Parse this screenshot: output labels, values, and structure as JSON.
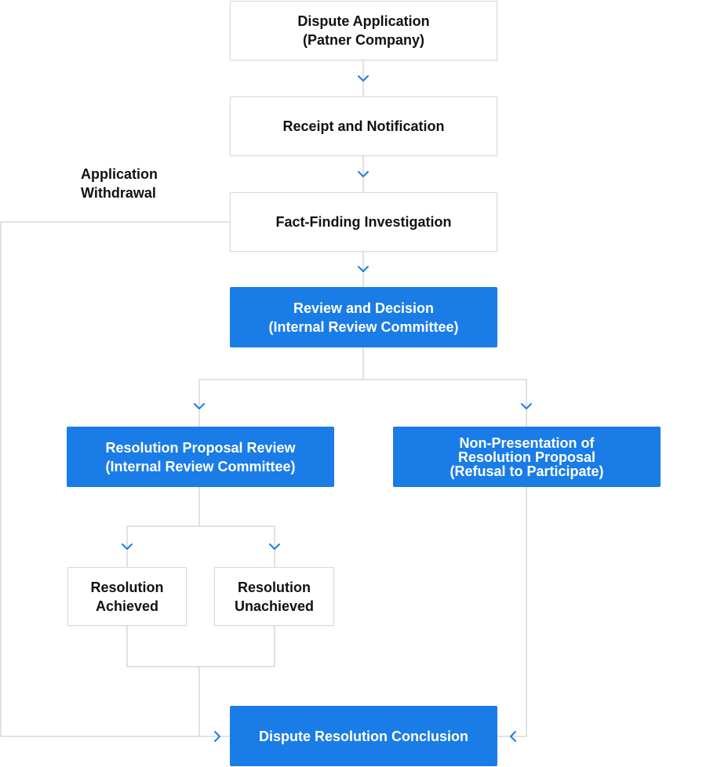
{
  "diagram": {
    "boxes": {
      "application": {
        "line1": "Dispute Application",
        "line2": "(Patner Company)"
      },
      "receipt": {
        "line1": "Receipt and Notification"
      },
      "fact_finding": {
        "line1": "Fact-Finding Investigation"
      },
      "review": {
        "line1": "Review and Decision",
        "line2": "(Internal Review Committee)"
      },
      "proposal_review": {
        "line1": "Resolution Proposal Review",
        "line2": "(Internal Review Committee)"
      },
      "non_presentation": {
        "line1": "Non-Presentation of",
        "line2": "Resolution Proposal",
        "line3": "(Refusal to Participate)"
      },
      "achieved": {
        "line1": "Resolution",
        "line2": "Achieved"
      },
      "unachieved": {
        "line1": "Resolution",
        "line2": "Unachieved"
      },
      "conclusion": {
        "line1": "Dispute Resolution Conclusion"
      }
    },
    "withdrawal_label": {
      "line1": "Application",
      "line2": "Withdrawal"
    },
    "colors": {
      "accent": "#1a7ce6",
      "connector": "#d9d9d9",
      "arrow": "#1a7ce6"
    }
  }
}
